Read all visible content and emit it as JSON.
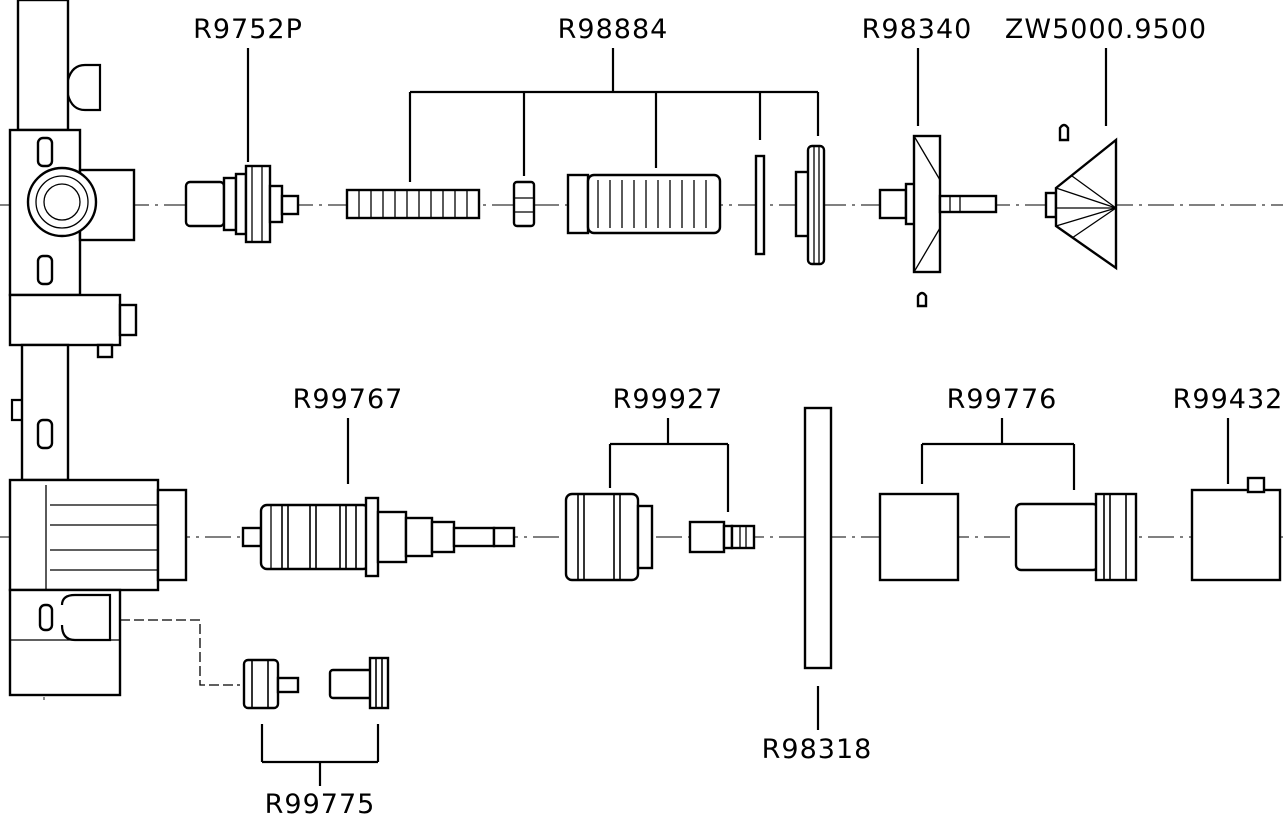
{
  "diagram": {
    "labels": {
      "r9752p": "R9752P",
      "r98884": "R98884",
      "r98340": "R98340",
      "zw5000": "ZW5000.9500",
      "r99767": "R99767",
      "r99927": "R99927",
      "r99776": "R99776",
      "r99432": "R99432",
      "r98318": "R98318",
      "r99775": "R99775"
    }
  }
}
